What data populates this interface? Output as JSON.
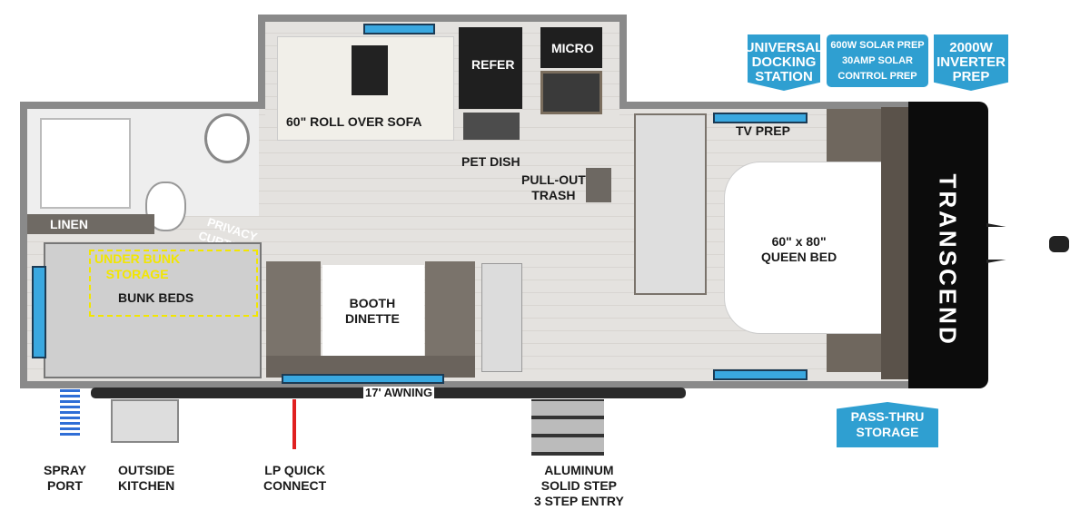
{
  "callouts": {
    "docking": "UNIVERSAL\nDOCKING\nSTATION",
    "solar": "600W SOLAR PREP\n30AMP SOLAR\nCONTROL PREP",
    "inverter": "2000W\nINVERTER\nPREP",
    "passthru": "PASS-THRU\nSTORAGE"
  },
  "rooms": {
    "sofa": "60\" ROLL OVER SOFA",
    "refer": "REFER",
    "micro": "MICRO",
    "pet_dish": "PET DISH",
    "trash": "PULL-OUT\nTRASH",
    "tv": "TV PREP",
    "bed": "60\" x 80\"\nQUEEN BED",
    "linen": "LINEN",
    "privacy": "PRIVACY\nCURTAINS",
    "under_bunk": "UNDER BUNK\nSTORAGE",
    "bunk": "BUNK BEDS",
    "dinette": "BOOTH\nDINETTE",
    "awning": "17' AWNING"
  },
  "exterior": {
    "spray": "SPRAY\nPORT",
    "kitchen": "OUTSIDE\nKITCHEN",
    "lp": "LP QUICK\nCONNECT",
    "step": "ALUMINUM\nSOLID STEP\n3 STEP ENTRY"
  },
  "brand": "TRANSCEND",
  "colors": {
    "callout": "#2f9fd1",
    "under_bunk": "#f2e600"
  }
}
